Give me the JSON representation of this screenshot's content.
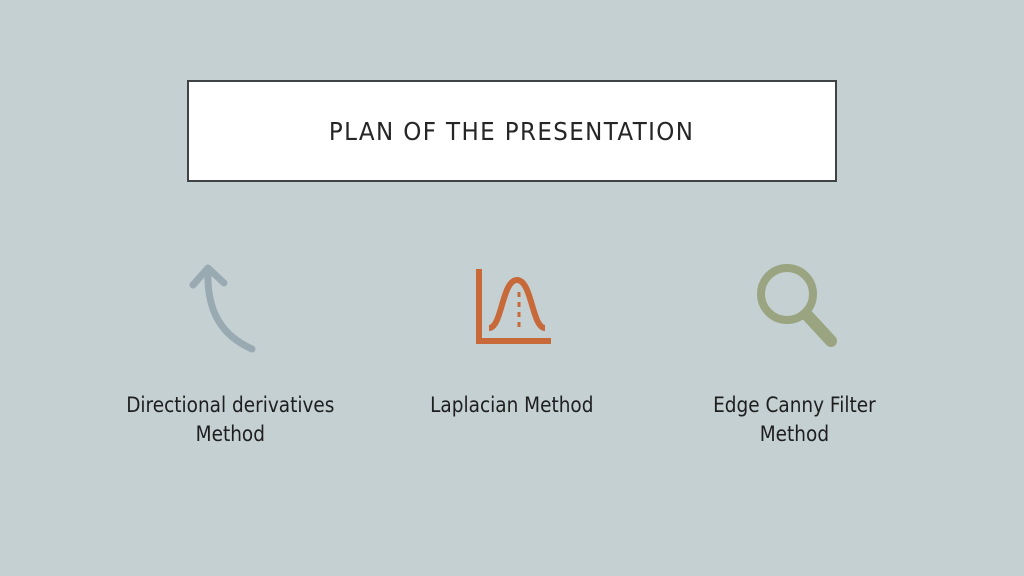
{
  "slide": {
    "title": "PLAN OF THE PRESENTATION",
    "background_color": "#c5d0d3",
    "items": [
      {
        "icon": "curved-arrow-up-icon",
        "icon_color": "#9aaab2",
        "label": "Directional derivatives\nMethod"
      },
      {
        "icon": "bell-curve-chart-icon",
        "icon_color": "#c8693a",
        "label": "Laplacian Method"
      },
      {
        "icon": "magnifying-glass-icon",
        "icon_color": "#9aa481",
        "label": "Edge Canny Filter\nMethod"
      }
    ]
  }
}
